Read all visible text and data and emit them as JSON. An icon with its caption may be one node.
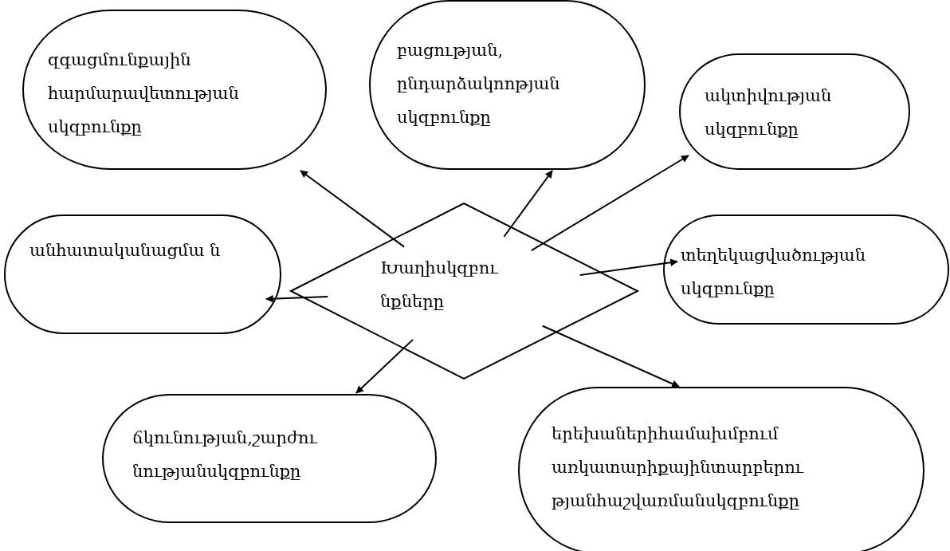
{
  "diagram": {
    "nodes": [
      {
        "text": [
          "զգացմունքային հարմարավետության սկզբունքը"
        ]
      },
      {
        "text": [
          "բացության, ընդարձակոոթյան սկզբունքը"
        ]
      },
      {
        "text": [
          "ակտիվության սկզբունքը"
        ]
      },
      {
        "text": [
          "անհատականացմա ն"
        ]
      },
      {
        "text": [
          "Խաղիսկզբու նքները"
        ]
      },
      {
        "text": [
          "տեղեկացվածության սկզբունքը"
        ]
      },
      {
        "text": [
          "ճկունության,շարժու նությանսկզբունքը"
        ]
      },
      {
        "text": [
          "երեխաներիհամախմբում առկատարիքայինտարբերու թյանհաշվառմանսկզբունքը"
        ]
      }
    ],
    "edges": [
      {
        "from": 4,
        "to": 0,
        "arrow": "to"
      },
      {
        "from": 4,
        "to": 1,
        "arrow": "to"
      },
      {
        "from": 4,
        "to": 2,
        "arrow": "to"
      },
      {
        "from": 4,
        "to": 3,
        "arrow": "to"
      },
      {
        "from": 4,
        "to": 5,
        "arrow": "to"
      },
      {
        "from": 4,
        "to": 6,
        "arrow": "to"
      },
      {
        "from": 4,
        "to": 7,
        "arrow": "to"
      }
    ]
  }
}
